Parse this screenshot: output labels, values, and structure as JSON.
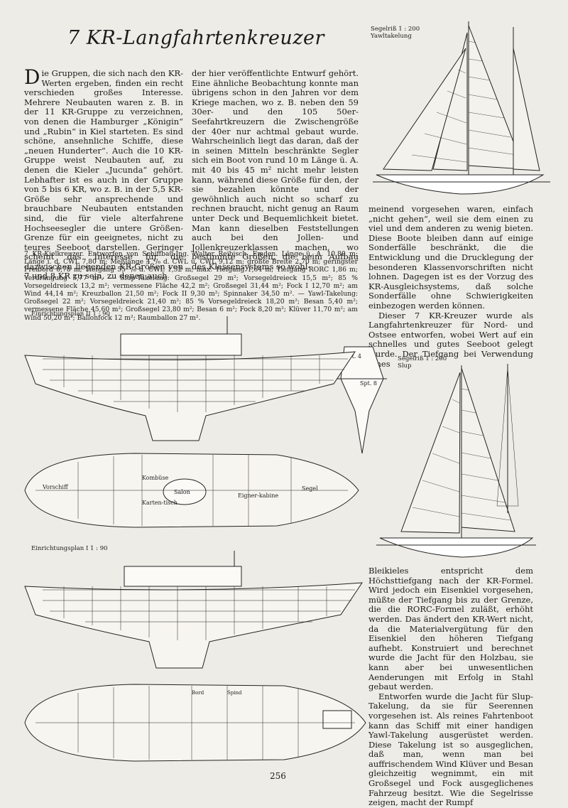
{
  "title": "7 KR-Langfahrtenkreuzer",
  "labels": {
    "yawl_scale": "Segelriß 1 : 200",
    "yawl_name": "Yawltakelung",
    "slup_scale": "Segelriß 1 : 200",
    "slup_name": "Slup",
    "plan2": "Einrichtungsplan II 1 : 90",
    "plan1": "Einrichtungsplan I 1 : 90"
  },
  "text": {
    "col1": "Die Gruppen, die sich nach den KR-Werten ergeben, finden ein recht verschieden großes Interesse. Mehrere Neubauten waren z. B. in der 11 KR-Gruppe zu verzeichnen, von denen die Hamburger „Königin“ und „Rubin“ in Kiel starteten. Es sind schöne, ansehnliche Schiffe, diese „neuen Hunderter“. Auch die 10 KR-Gruppe weist Neubauten auf, zu denen die Kieler „Jucunda“ gehört. Lebhafter ist es auch in der Gruppe von 5 bis 6 KR, wo z. B. in der 5,5 KR-Größe sehr ansprechende und brauchbare Neubauten entstanden sind, die für viele alterfahrene Hochseesegler die untere Größen-Grenze für ein geeignetes, nicht zu teures Seeboot darstellen. Geringer scheint das Interesse für die dazwischen liegenden KR-Größen von 7 und 8 KR zu sein, zu denen auch",
    "col2": "der hier veröffentlichte Entwurf gehört. Eine ähnliche Beobachtung konnte man übrigens schon in den Jahren vor dem Kriege machen, wo z. B. neben den 59 30er- und den 105 50er-Seefahrtkreuzern die Zwischengröße der 40er nur achtmal gebaut wurde. Wahrscheinlich liegt das daran, daß der in seinen Mitteln beschränkte Segler sich ein Boot von rund 10 m Länge ü. A. mit 40 bis 45 m² nicht mehr leisten kann, während diese Größe für den, der sie bezahlen könnte und der gewöhnlich auch nicht so scharf zu rechnen braucht, nicht genug an Raum unter Deck und Bequemlichkeit bietet. Man kann dieselben Feststellungen auch bei den Jollen- und Jollenkreuzerklassen machen, wo bestimmte Größen, die beim Aufbau des Klassensystems so wohl-",
    "col3a": "meinend vorgesehen waren, einfach „nicht gehen“, weil sie dem einen zu viel und dem anderen zu wenig bieten. Diese Boote bleiben dann auf einige Sonderfälle beschränkt, die die Entwicklung und die Drucklegung der besonderen Klassenvorschriften nicht lohnen. Dagegen ist es der Vorzug des KR-Ausgleichsystems, daß solche Sonderfälle ohne Schwierigkeiten einbezogen werden können.",
    "col3b": "Dieser 7 KR-Kreuzer wurde als Langfahrtenkreuzer für Nord- und Ostsee entworfen, wobei Wert auf ein schnelles und gutes Seeboot gelegt wurde. Der Tiefgang bei Verwendung eines",
    "col4a": "Bleikieles entspricht dem Höchsttiefgang nach der KR-Formel. Wird jedoch ein Eisenkiel vorgesehen, müßte der Tiefgang bis zu der Grenze, die die RORC-Formel zuläßt, erhöht werden. Das ändert den KR-Wert nicht, da die Materialvergütung für den Eisenkiel den höheren Tiefgang aufhebt. Konstruiert und berechnet wurde die Jacht für den Holzbau, sie kann aber bei unwesentlichen Aenderungen mit Erfolg in Stahl gebaut werden.",
    "col4b": "Entworfen wurde die Jacht für Slup-Takelung, da sie für Seerennen vorgesehen ist. Als reines Fahrtenboot kann das Schiff mit einer handigen Yawl-Takelung ausgerüstet werden. Diese Takelung ist so ausgeglichen, daß man, wenn man bei auffrischendem Wind Klüver und Besan gleichzeitig wegnimmt, ein mit Großsegel und Fock ausgeglichenes Fahrzeug besitzt. Wie die Segelrisse zeigen, macht der Rumpf",
    "caption": "7 KR-Kielkreuzer. Entworfen von Schiffbau-Ing. Walter Reibisch, Emden. Länge ü. A. 10,80 m; Länge i. d. CWL 7,80 m; Meßlänge 4 ⁴/₆ d. CWL u. CWL 9,12 m; größte Breite 2,70 m; geringster Freibord 0,78 m; Tiefgang 55 ⁵/₆ d. CWL 1,52 m; max. Tiefgang 1,64 m; Tiefgang RORC 1,86 m; Verdrängung 5,77 m³. — Slup-Takelung: Großsegel 29 m²; Vorsegeldreieck 15,5 m²; 85 % Vorsegeldreieck 13,2 m²; vermessene Fläche 42,2 m²; Großsegel 31,44 m²; Fock I 12,70 m²; am Wind 44,14 m²; Kreuzballon 21,50 m²; Fock II 9,30 m²; Spinnaker 34,50 m². — Yawl-Takelung: Großsegel 22 m²; Vorsegeldreieck 21,40 m²; 85 % Vorsegeldreieck 18,20 m²; Besan 5,40 m²; vermessene Fläche 45,60 m²; Großsegel 23,80 m²; Besan 6 m²; Fock 8,20 m²; Klüver 11,70 m²; am Wind 50,20 m²; Ballonfock 12 m²; Raumballon 27 m²."
  },
  "drawing_labels": {
    "kombuese": "Kombüse",
    "salon": "Salon",
    "eigner": "Eigner-kabine",
    "segel": "Segel",
    "vorschiff": "Vorschiff",
    "karten": "Karten-tisch",
    "spt4": "Spt. 4",
    "spt8": "Spt. 8",
    "spind": "Spind",
    "bord": "Bord"
  },
  "page_number": "256"
}
